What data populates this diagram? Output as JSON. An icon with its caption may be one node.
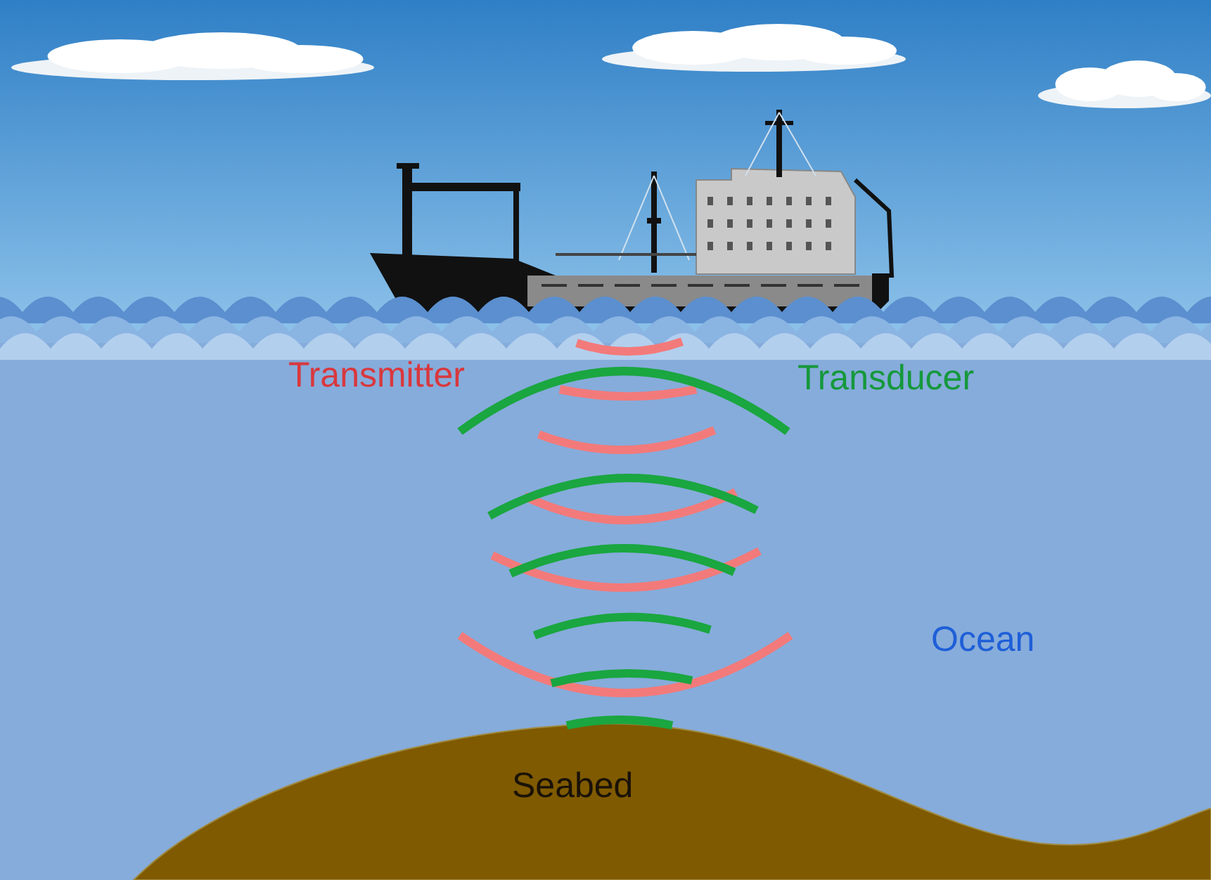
{
  "diagram": {
    "labels": [
      "Transmitter",
      "Transducer",
      "Ocean",
      "Seabed"
    ]
  }
}
